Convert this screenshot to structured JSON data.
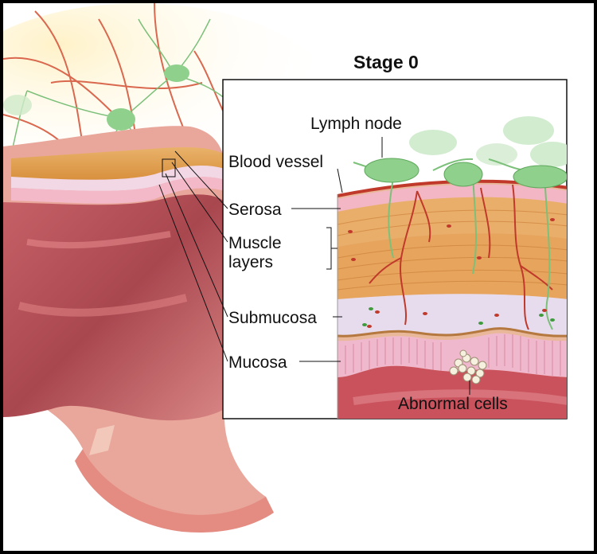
{
  "title": "Stage 0",
  "labels": {
    "lymph_node": "Lymph node",
    "blood_vessel": "Blood vessel",
    "serosa": "Serosa",
    "muscle_layers_line1": "Muscle",
    "muscle_layers_line2": "layers",
    "submucosa": "Submucosa",
    "mucosa": "Mucosa",
    "abnormal_cells": "Abnormal cells"
  },
  "colors": {
    "colon_wall": "#e9a69a",
    "colon_inner": "#b4555c",
    "serosa_pink": "#f3b6c4",
    "muscle_orange": "#e3a458",
    "submucosa_lavender": "#e7dcee",
    "mucosa_pink": "#f0b8cc",
    "blood_red": "#c0392b",
    "lymph_green": "#8fd08c"
  }
}
